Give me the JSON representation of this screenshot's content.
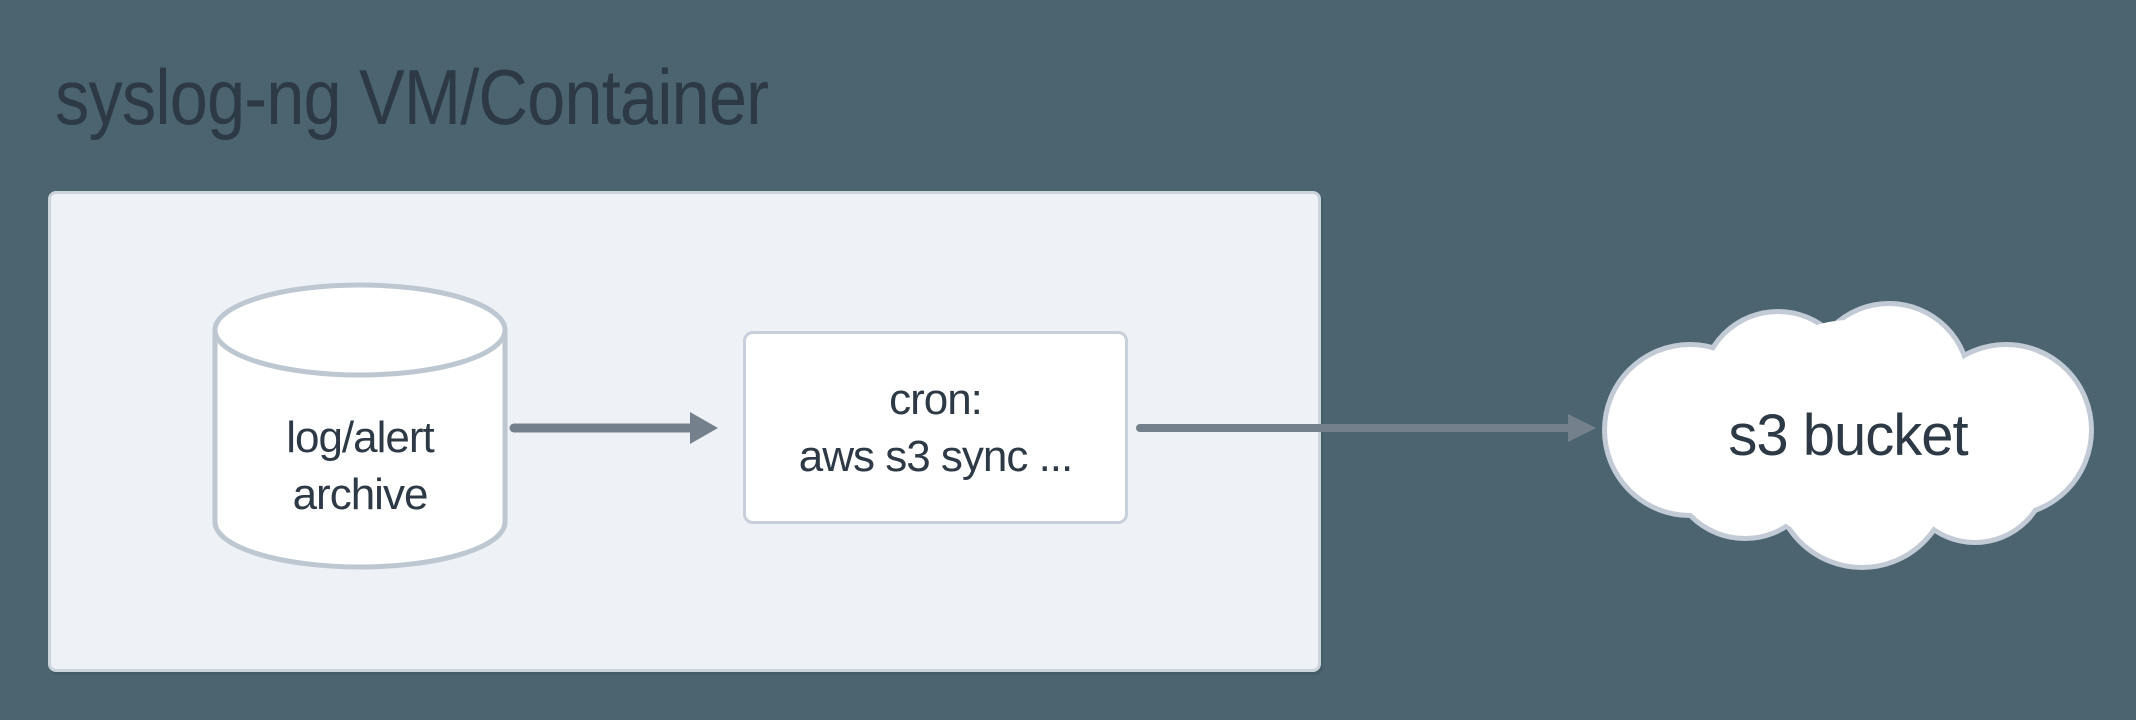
{
  "title": "syslog-ng VM/Container",
  "nodes": {
    "archive": {
      "shape": "cylinder",
      "lines": [
        "log/alert",
        "archive"
      ]
    },
    "cron": {
      "shape": "box",
      "lines": [
        "cron:",
        "aws s3 sync ..."
      ]
    },
    "s3": {
      "shape": "cloud",
      "label": "s3 bucket"
    }
  },
  "edges": [
    {
      "from": "archive",
      "to": "cron"
    },
    {
      "from": "cron",
      "to": "s3"
    }
  ],
  "colors": {
    "background": "#4b6470",
    "panel_fill": "#eef1f5",
    "panel_border": "#ccd4db",
    "node_fill": "#ffffff",
    "node_border": "#c3ccd5",
    "arrow": "#74818d",
    "text": "#2d3a46"
  }
}
